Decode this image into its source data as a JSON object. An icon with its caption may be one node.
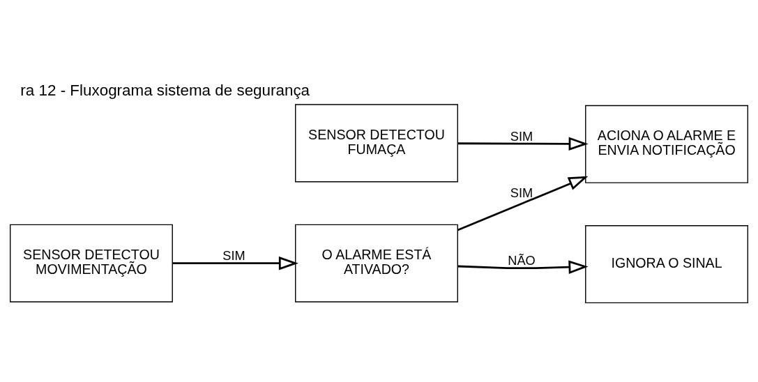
{
  "diagram": {
    "title": "ra 12 - Fluxograma sistema de segurança",
    "nodes": [
      {
        "text": [
          "SENSOR DETECTOU FUMAÇA"
        ]
      },
      {
        "text": [
          "SENSOR DETECTOU MOVIMENTAÇÃO"
        ]
      },
      {
        "text": [
          "O ALARME ESTÁ ATIVADO?"
        ]
      },
      {
        "text": [
          "ACIONA O ALARME E ENVIA NOTIFICAÇÃO"
        ]
      },
      {
        "text": [
          "IGNORA O SINAL"
        ]
      }
    ],
    "edges": [
      {
        "from": 0,
        "to": 3,
        "arrow": "to",
        "label": "SIM"
      },
      {
        "from": 1,
        "to": 2,
        "arrow": "to",
        "label": "SIM"
      },
      {
        "from": 2,
        "to": 3,
        "arrow": "to",
        "label": "SIM"
      },
      {
        "from": 2,
        "to": 4,
        "arrow": "to",
        "label": "NÃO"
      }
    ]
  }
}
